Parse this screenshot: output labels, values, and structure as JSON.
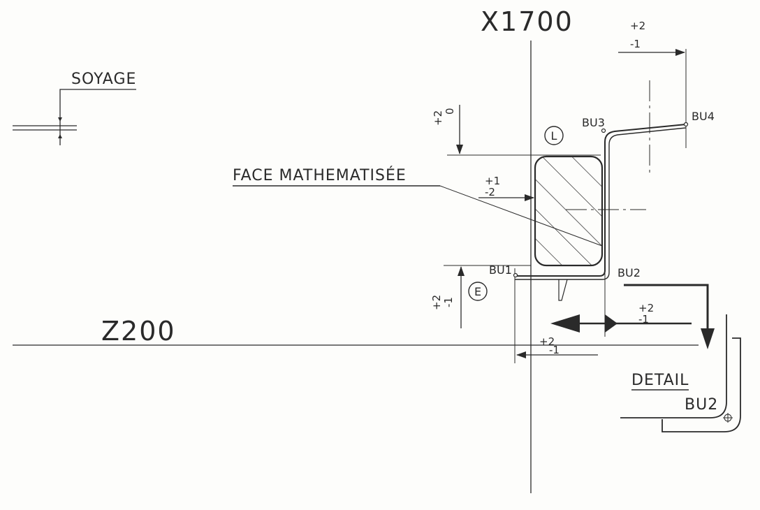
{
  "labels": {
    "x_axis": "X1700",
    "z_axis": "Z200",
    "soyage": "SOYAGE",
    "face": "FACE MATHEMATISÉE",
    "bu1": "BU1",
    "bu2": "BU2",
    "bu3": "BU3",
    "bu4": "BU4",
    "detail": "DETAIL",
    "detail_bu2": "BU2",
    "circle_l": "L",
    "circle_e": "E"
  },
  "tolerances": {
    "top_right_plus": "+2",
    "top_right_minus": "-1",
    "left_top_plus": "+2",
    "left_top_minus": "0",
    "face_plus": "+1",
    "face_minus": "-2",
    "left_bottom_plus": "+2",
    "left_bottom_minus": "-1",
    "right_mid_plus": "+2",
    "right_mid_minus": "-1",
    "bottom_plus": "+2",
    "bottom_minus": "-1"
  }
}
